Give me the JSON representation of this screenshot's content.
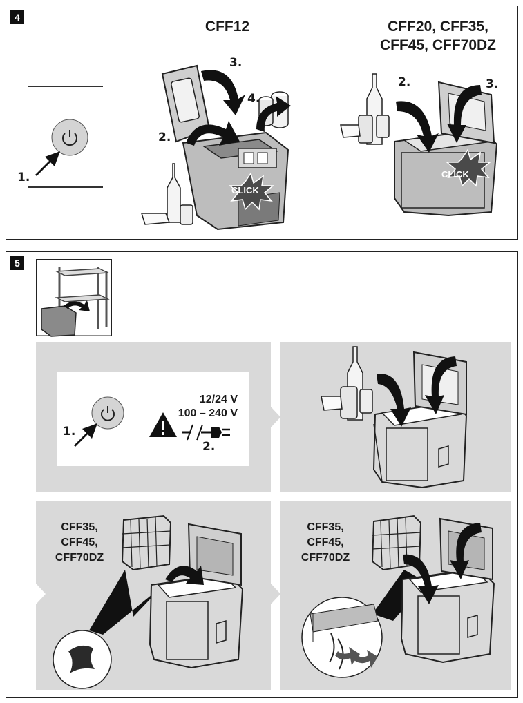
{
  "section4": {
    "badge": "4",
    "cff12_title": "CFF12",
    "cff_multi_title_line1": "CFF20, CFF35,",
    "cff_multi_title_line2": "CFF45, CFF70DZ",
    "power_step": "1.",
    "cff12_steps": [
      "2.",
      "3.",
      "4."
    ],
    "cff12_click": "CLICK",
    "multi_steps": [
      "2.",
      "3."
    ],
    "multi_click": "CLICK"
  },
  "section5": {
    "badge": "5",
    "panel1": {
      "power_step": "1.",
      "voltage_line1": "12/24 V",
      "voltage_line2": "100 – 240 V",
      "plug_step": "2."
    },
    "panel3_models": [
      "CFF35,",
      "CFF45,",
      "CFF70DZ"
    ],
    "panel4_models": [
      "CFF35,",
      "CFF45,",
      "CFF70DZ"
    ]
  }
}
